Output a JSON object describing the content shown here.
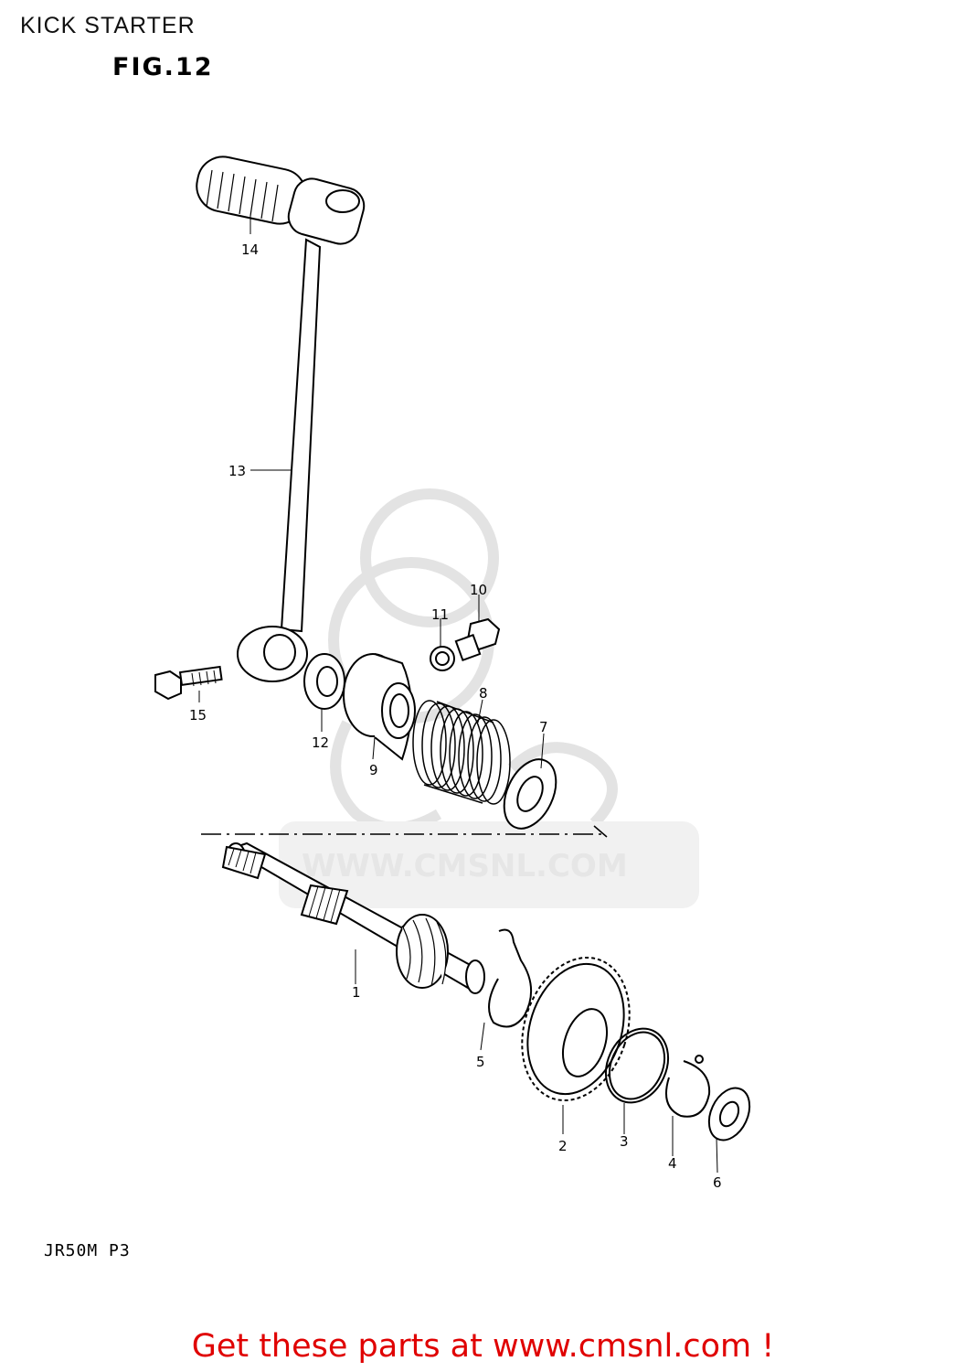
{
  "header": {
    "title": "KICK STARTER",
    "figure": "FIG.12"
  },
  "model_code": "JR50M P3",
  "watermark": {
    "text": "WWW.CMSNL.COM",
    "color": "#e0e0e0"
  },
  "footer": {
    "link_text": "Get these parts at www.cmsnl.com !",
    "color": "#e00000"
  },
  "callouts": {
    "c1": "1",
    "c2": "2",
    "c3": "3",
    "c4": "4",
    "c5": "5",
    "c6": "6",
    "c7": "7",
    "c8": "8",
    "c9": "9",
    "c10": "10",
    "c11": "11",
    "c12": "12",
    "c13": "13",
    "c14": "14",
    "c15": "15"
  },
  "parts": [
    {
      "ref": "1",
      "name": "kick-starter-shaft"
    },
    {
      "ref": "2",
      "name": "kick-starter-gear"
    },
    {
      "ref": "3",
      "name": "ring"
    },
    {
      "ref": "4",
      "name": "circlip"
    },
    {
      "ref": "5",
      "name": "spring-clip"
    },
    {
      "ref": "6",
      "name": "washer"
    },
    {
      "ref": "7",
      "name": "washer"
    },
    {
      "ref": "8",
      "name": "return-spring"
    },
    {
      "ref": "9",
      "name": "spring-guide"
    },
    {
      "ref": "10",
      "name": "stopper-bolt"
    },
    {
      "ref": "11",
      "name": "washer"
    },
    {
      "ref": "12",
      "name": "oil-seal"
    },
    {
      "ref": "13",
      "name": "kick-starter-lever"
    },
    {
      "ref": "14",
      "name": "lever-grip"
    },
    {
      "ref": "15",
      "name": "lever-bolt"
    }
  ]
}
